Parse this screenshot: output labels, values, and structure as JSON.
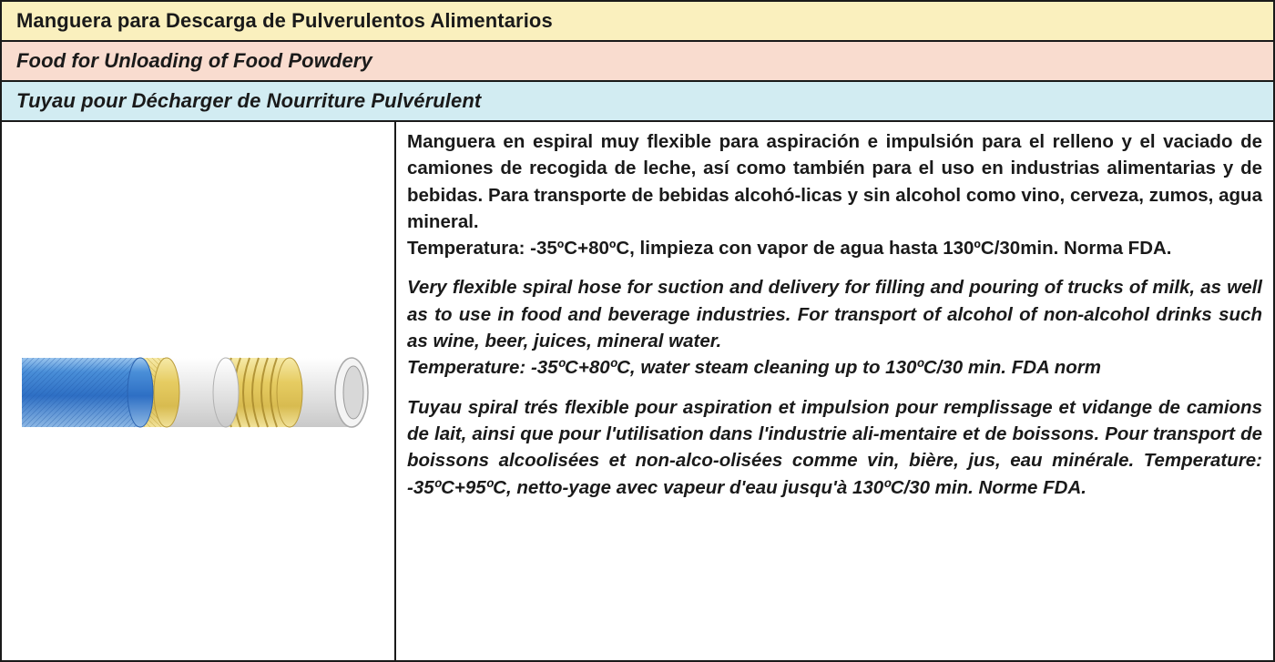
{
  "titles": {
    "spanish": "Manguera para Descarga de Pulverulentos Alimentarios",
    "english": "Food for Unloading of Food Powdery",
    "french": "Tuyau pour Décharger de Nourriture Pulvérulent"
  },
  "product_image": {
    "alt": "hose-photo",
    "colors": {
      "cover": "#3d7fd0",
      "yarn": "#ecd77a",
      "liner": "#f0f0f0"
    }
  },
  "descriptions": {
    "spanish_line1": "Manguera en espiral muy flexible para aspiración e impulsión para el relleno y el vaciado de camiones de recogida de leche, así como también para el uso en industrias alimentarias y de bebidas.  Para transporte de bebidas alcohó-licas y sin alcohol como vino, cerveza, zumos, agua mineral.",
    "spanish_line2": "Temperatura: -35ºC+80ºC, limpieza con vapor de agua hasta 130ºC/30min. Norma FDA.",
    "english_line1": "Very flexible spiral hose for suction and delivery for filling and pouring of trucks of milk, as well as to use in food and beverage industries. For transport of alcohol of non-alcohol drinks such as wine, beer, juices, mineral water.",
    "english_line2": "Temperature: -35ºC+80ºC, water steam cleaning up to 130ºC/30 min. FDA norm",
    "french": "Tuyau spiral trés flexible pour aspiration et impulsion pour remplissage et vidange de camions de lait, ainsi que pour l'utilisation dans l'industrie ali-mentaire et de boissons. Pour transport de boissons alcoolisées et non-alco-olisées comme vin, bière, jus, eau minérale. Temperature: -35ºC+95ºC, netto-yage avec vapeur d'eau jusqu'à 130ºC/30 min. Norme FDA."
  }
}
